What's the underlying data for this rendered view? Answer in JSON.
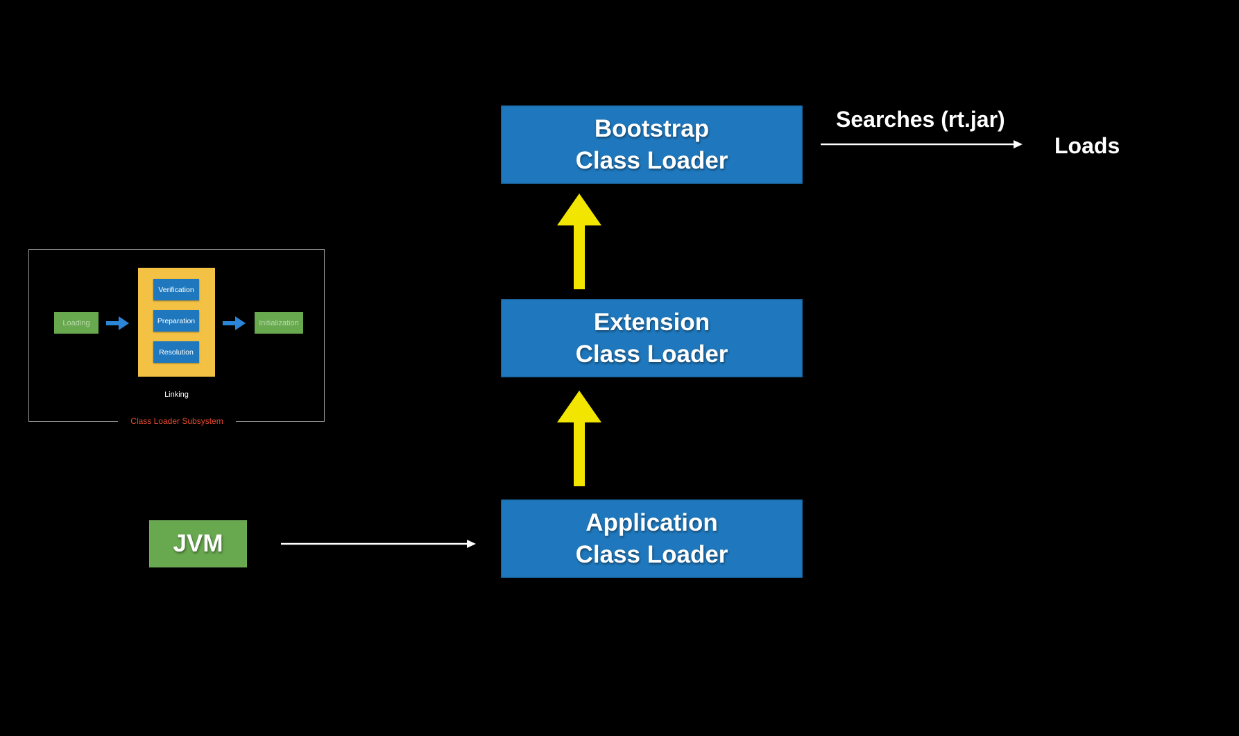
{
  "colors": {
    "background": "#000000",
    "loader_blue": "#1f78bd",
    "jvm_green": "#68a84f",
    "arrow_yellow": "#f2e600",
    "linking_yellow": "#f3c244",
    "small_arrow_blue": "#2b86d9",
    "subsystem_title_red": "#e64a2e",
    "text": "#ffffff"
  },
  "loaders": {
    "bootstrap": {
      "line1": "Bootstrap",
      "line2": "Class Loader"
    },
    "extension": {
      "line1": "Extension",
      "line2": "Class Loader"
    },
    "application": {
      "line1": "Application",
      "line2": "Class Loader"
    }
  },
  "jvm": {
    "label": "JVM"
  },
  "searches": {
    "label": "Searches (rt.jar)"
  },
  "loads": {
    "label": "Loads"
  },
  "thumbnail": {
    "loading": "Loading",
    "verification": "Verification",
    "preparation": "Preparation",
    "resolution": "Resolution",
    "initialization": "Initialization",
    "linking": "Linking",
    "title": "Class Loader Subsystem"
  }
}
